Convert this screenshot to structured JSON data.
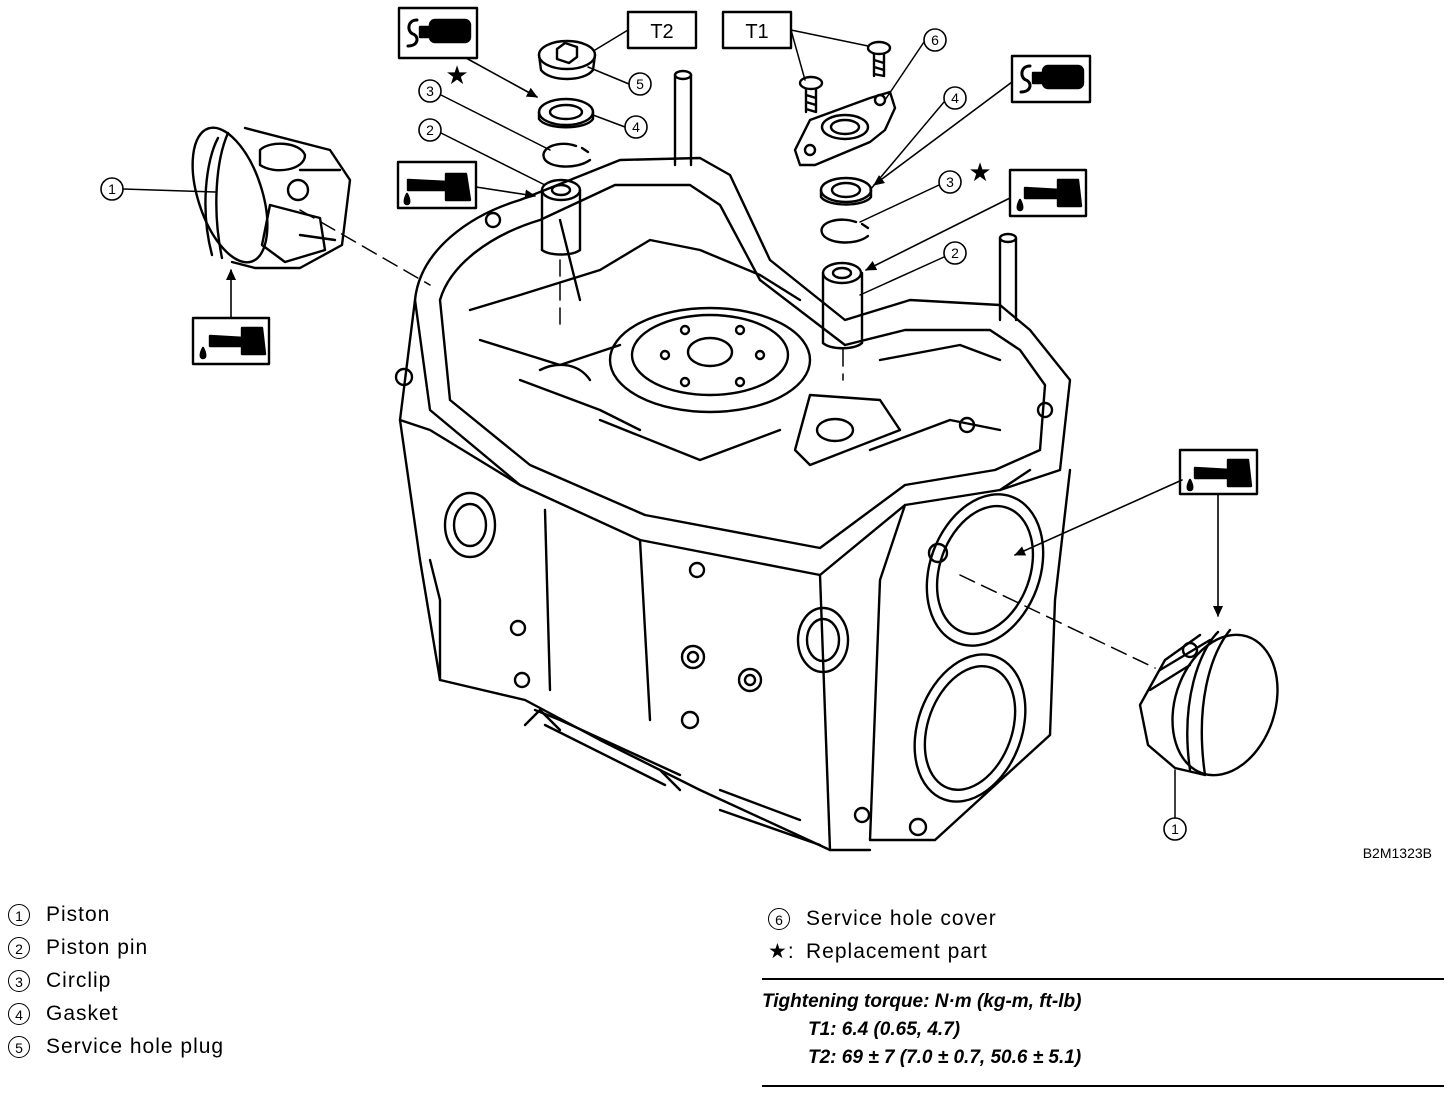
{
  "figure": {
    "code": "B2M1323B",
    "callouts": {
      "c1": "1",
      "c2": "2",
      "c3": "3",
      "c4": "4",
      "c5": "5",
      "c6": "6"
    },
    "torque_tags": {
      "t1": "T1",
      "t2": "T2"
    },
    "star_symbol": "★",
    "icons": [
      "sealant-tube-icon",
      "oil-can-icon"
    ]
  },
  "legend_left": [
    {
      "num": "1",
      "label": "Piston"
    },
    {
      "num": "2",
      "label": "Piston pin"
    },
    {
      "num": "3",
      "label": "Circlip"
    },
    {
      "num": "4",
      "label": "Gasket"
    },
    {
      "num": "5",
      "label": "Service hole plug"
    }
  ],
  "legend_right": [
    {
      "num": "6",
      "label": "Service hole cover"
    },
    {
      "key": "★:",
      "label": "Replacement part"
    }
  ],
  "torque": {
    "header": "Tightening torque: N·m (kg-m, ft-lb)",
    "t1": "T1: 6.4 (0.65, 4.7)",
    "t2": "T2: 69 ± 7 (7.0 ± 0.7, 50.6 ± 5.1)"
  }
}
